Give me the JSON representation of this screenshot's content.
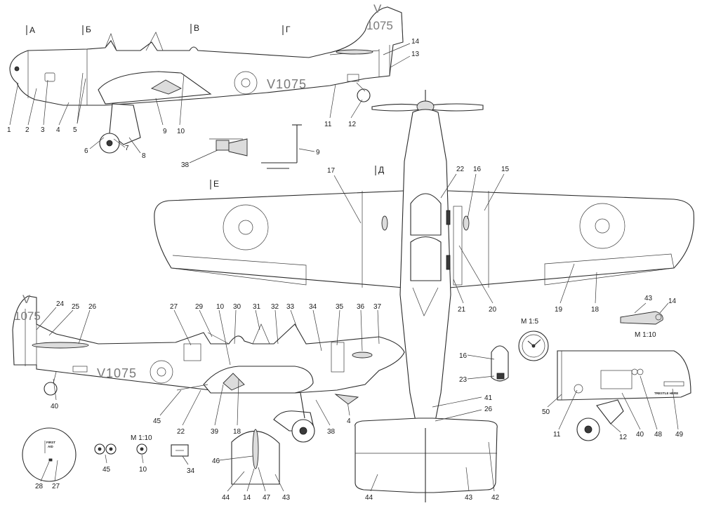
{
  "sections": [
    "А",
    "Б",
    "В",
    "Г",
    "Д",
    "Е"
  ],
  "registration": "V1075",
  "fin": {
    "letter": "V",
    "number": "1075"
  },
  "scales": {
    "clock": "M 1:5",
    "fairing": "M 1:10",
    "wheel_detail": "M 1:10"
  },
  "markings": {
    "first_aid_line1": "FIRST",
    "first_aid_line2": "AID",
    "trestle": "TRESTLE HERE"
  },
  "callouts": {
    "top_side": [
      "1",
      "2",
      "3",
      "4",
      "5",
      "6",
      "7",
      "8",
      "9",
      "10",
      "11",
      "12",
      "13",
      "14"
    ],
    "detail": [
      "38",
      "9"
    ],
    "plan": [
      "17",
      "22",
      "16",
      "15",
      "19",
      "18",
      "21",
      "20",
      "41",
      "26",
      "42",
      "43",
      "44"
    ],
    "lower_side": [
      "24",
      "25",
      "26",
      "27",
      "29",
      "10",
      "30",
      "31",
      "32",
      "33",
      "34",
      "35",
      "36",
      "37",
      "40",
      "45",
      "22",
      "39",
      "18",
      "38",
      "4"
    ],
    "insets": [
      "16",
      "23",
      "28",
      "27",
      "45",
      "10",
      "34",
      "46",
      "44",
      "14",
      "47",
      "43",
      "50",
      "11",
      "40",
      "48",
      "49",
      "12",
      "43",
      "14"
    ]
  }
}
